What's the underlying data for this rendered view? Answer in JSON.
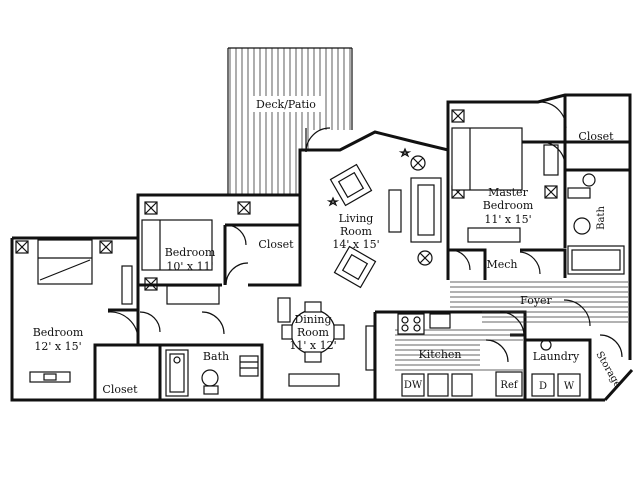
{
  "rooms": {
    "deck": "Deck/Patio",
    "living_name": "Living",
    "living_name2": "Room",
    "living_dim": "14' x 15'",
    "bedroom2_name": "Bedroom",
    "bedroom2_dim": "10' x 11'",
    "closet_b2": "Closet",
    "bedroom3_name": "Bedroom",
    "bedroom3_dim": "12' x 15'",
    "closet_b3": "Closet",
    "bath_left": "Bath",
    "dining_name": "Dining",
    "dining_name2": "Room",
    "dining_dim": "11' x 12'",
    "kitchen": "Kitchen",
    "dw": "DW",
    "ref": "Ref",
    "laundry": "Laundry",
    "d": "D",
    "w": "W",
    "storage": "Storage",
    "foyer": "Foyer",
    "mech": "Mech",
    "master_name": "Master",
    "master_name2": "Bedroom",
    "master_dim": "11' x 15'",
    "closet_master": "Closet",
    "bath_master": "Bath"
  }
}
